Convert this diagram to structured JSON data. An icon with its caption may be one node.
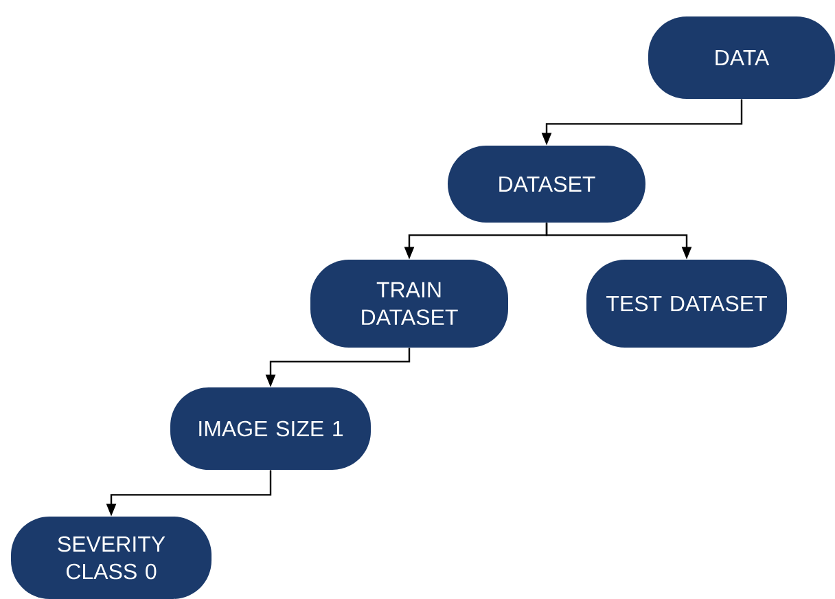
{
  "diagram": {
    "nodes": [
      {
        "text": [
          "DATA"
        ]
      },
      {
        "text": [
          "DATASET"
        ]
      },
      {
        "text": [
          "TRAIN DATASET"
        ]
      },
      {
        "text": [
          "TEST DATASET"
        ]
      },
      {
        "text": [
          "IMAGE SIZE 1"
        ]
      },
      {
        "text": [
          "SEVERITY CLASS 0"
        ]
      }
    ],
    "edges": [
      {
        "from": 0,
        "to": 1,
        "arrow": "to"
      },
      {
        "from": 1,
        "to": 2,
        "arrow": "to"
      },
      {
        "from": 1,
        "to": 3,
        "arrow": "to"
      },
      {
        "from": 2,
        "to": 4,
        "arrow": "to"
      },
      {
        "from": 4,
        "to": 5,
        "arrow": "to"
      }
    ]
  }
}
